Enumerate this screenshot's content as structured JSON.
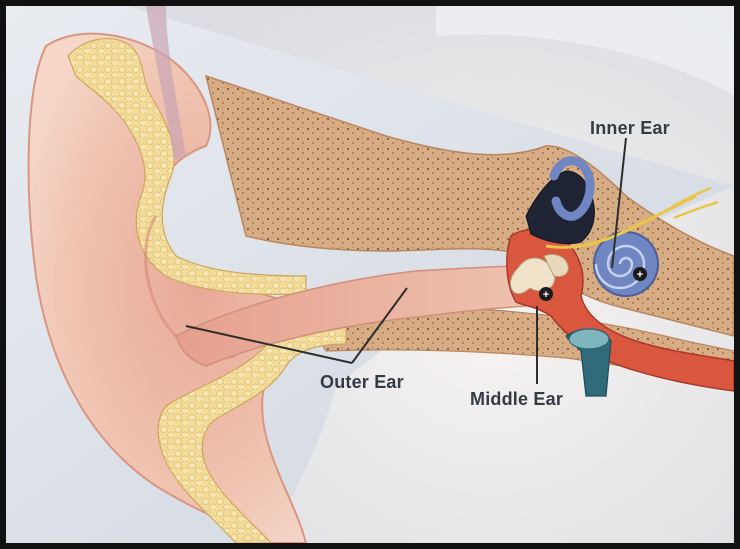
{
  "labels": {
    "inner_ear": "Inner Ear",
    "outer_ear": "Outer Ear",
    "middle_ear": "Middle Ear"
  },
  "colors": {
    "skin": "#f2d1bf",
    "skin_shadow": "#e2a995",
    "ear_canal": "#e9b39f",
    "cartilage": "#f1dc9c",
    "bone": "#d9b38f",
    "middle_ear_cavity": "#d9563f",
    "cochlea": "#6f86c2",
    "background": "#d8dde6",
    "label_text": "#333b44"
  }
}
